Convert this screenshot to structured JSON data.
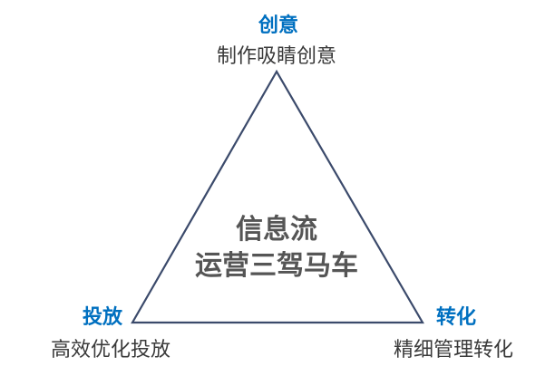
{
  "colors": {
    "accent": "#0070c0",
    "outline": "#3b4a6b",
    "text": "#3a3a3a",
    "center_text": "#555555"
  },
  "vertices": {
    "top": {
      "title": "创意",
      "desc": "制作吸睛创意"
    },
    "left": {
      "title": "投放",
      "desc": "高效优化投放"
    },
    "right": {
      "title": "转化",
      "desc": "精细管理转化"
    }
  },
  "center": {
    "line1": "信息流",
    "line2": "运营三驾马车"
  }
}
